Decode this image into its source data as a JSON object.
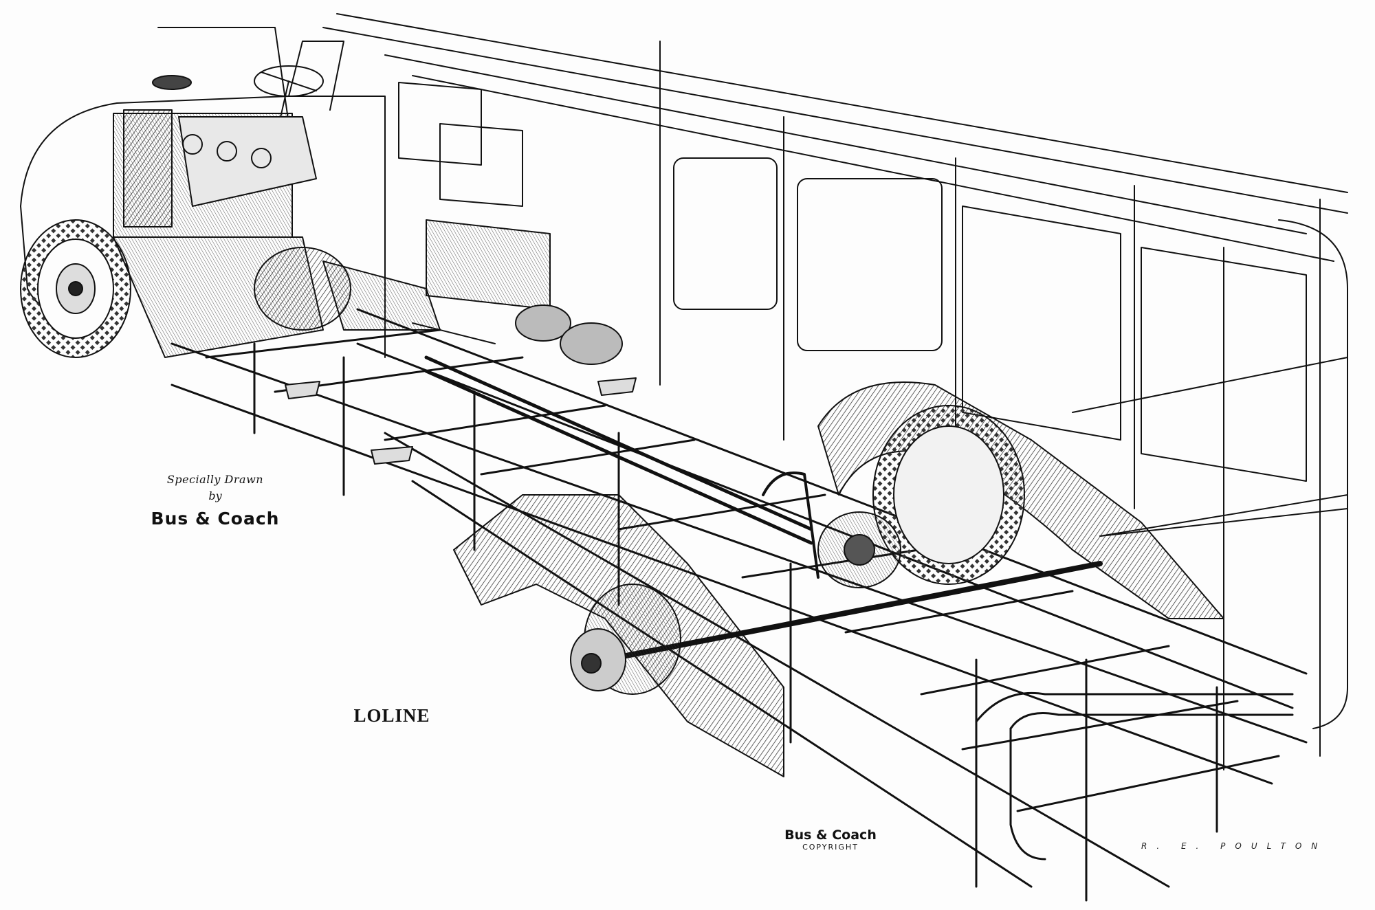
{
  "illustration": {
    "credit_line": "Specially Drawn",
    "credit_by": "by",
    "credit_publisher": "Bus & Coach",
    "model_name": "LOLINE",
    "copyright_publisher": "Bus & Coach",
    "copyright_word": "COPYRIGHT",
    "artist_signature": "R. E. POULTON"
  },
  "colors": {
    "ink": "#111111",
    "paper": "#fdfdfd",
    "shade": "#444444"
  }
}
